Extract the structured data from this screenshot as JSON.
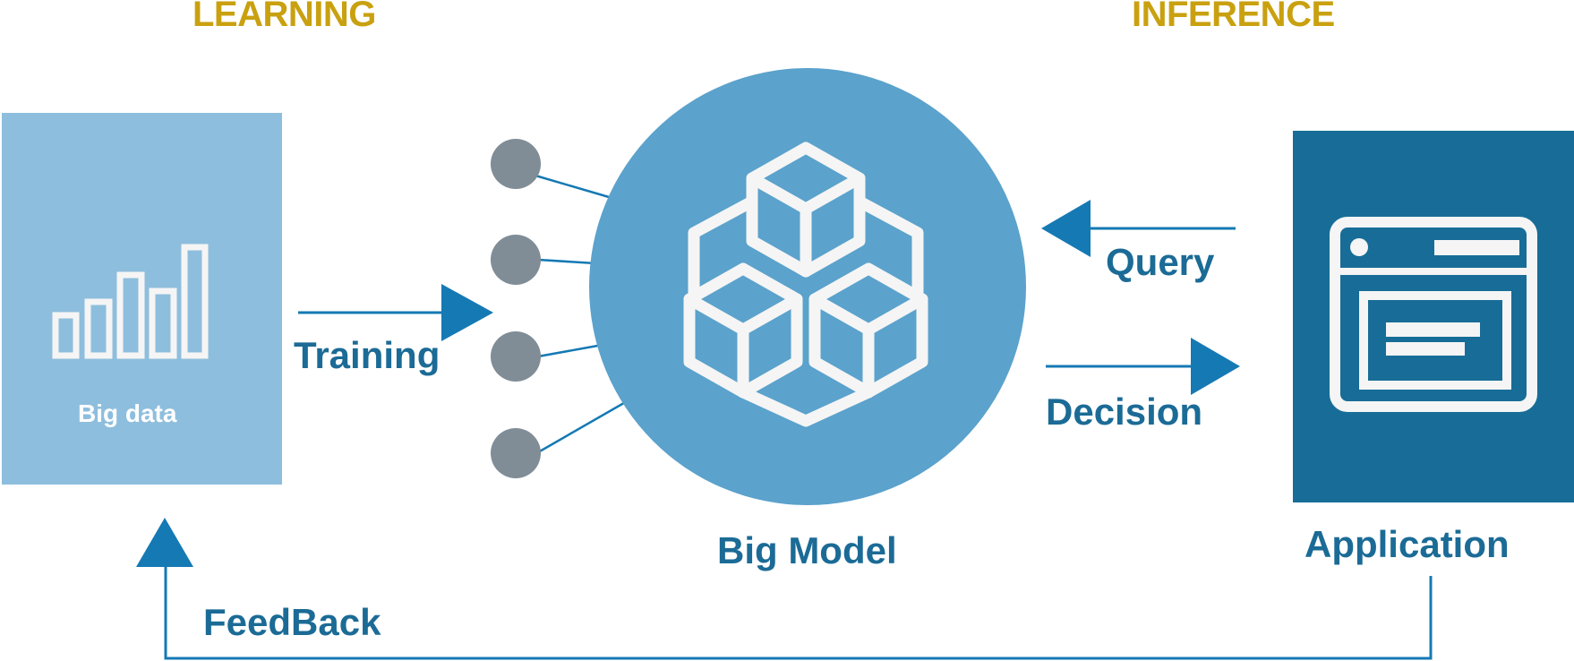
{
  "headings": {
    "learning": "LEARNING",
    "inference": "INFERENCE"
  },
  "nodes": {
    "big_data": "Big data",
    "big_model": "Big Model",
    "application": "Application"
  },
  "arrows": {
    "training": "Training",
    "query": "Query",
    "decision": "Decision",
    "feedback": "FeedBack"
  },
  "icons": {
    "big_data": "bar-chart-icon",
    "big_model": "stacked-cubes-icon",
    "application": "browser-window-icon",
    "inputs": "input-node-dots"
  },
  "colors": {
    "heading": "#c9a110",
    "text_dark": "#1b6b96",
    "arrow": "#1579b4",
    "big_data_box": "#8ebedd",
    "model_circle": "#5ba2cc",
    "app_box": "#176d97",
    "dot": "#808d97",
    "icon_stroke": "#f5f5f5"
  }
}
